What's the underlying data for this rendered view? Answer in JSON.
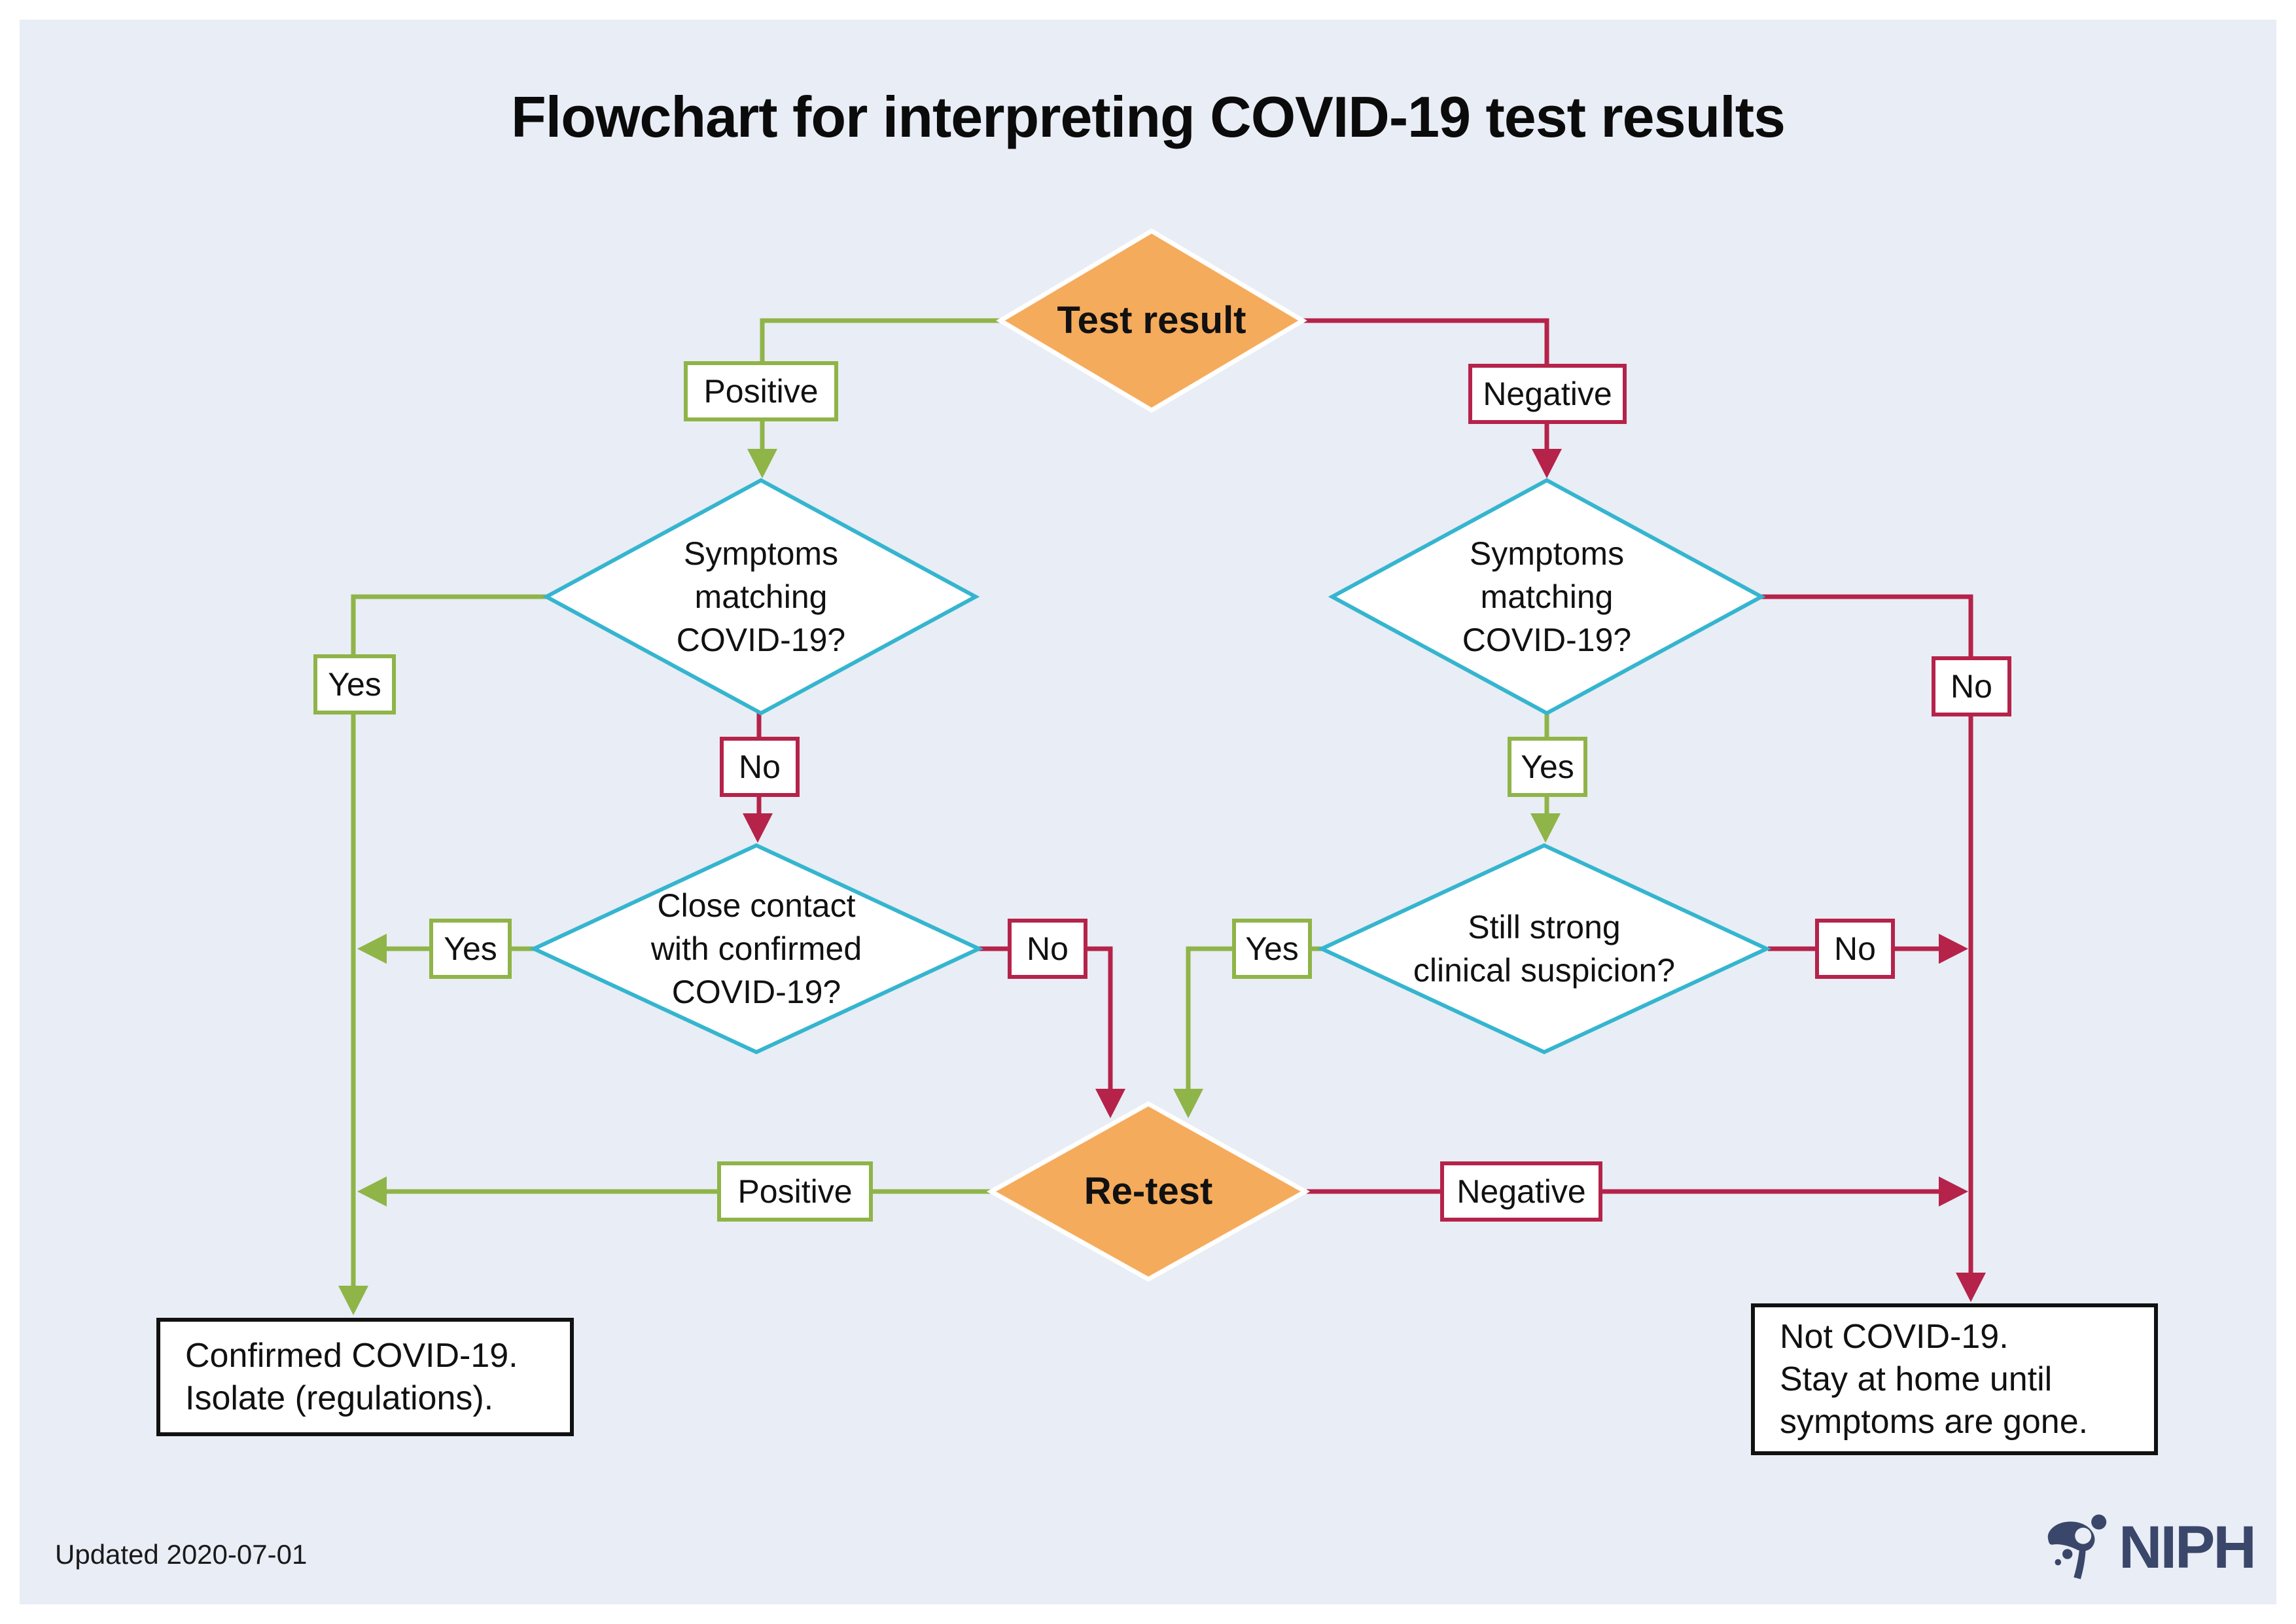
{
  "title": "Flowchart for interpreting COVID-19 test results",
  "colors": {
    "background_panel": "#e9edf5",
    "frame": "#ffffff",
    "decision_orange": "#f5ab5c",
    "positive_green": "#8fb448",
    "negative_red": "#b5234a",
    "question_cyan": "#35b5cf",
    "logo_navy": "#3a476a",
    "outcome_border": "#111111"
  },
  "nodes": {
    "test_result": {
      "label": "Test result"
    },
    "symptoms_positive_branch": {
      "label": "Symptoms\nmatching\nCOVID-19?"
    },
    "symptoms_negative_branch": {
      "label": "Symptoms\nmatching\nCOVID-19?"
    },
    "close_contact": {
      "label": "Close contact\nwith confirmed\nCOVID-19?"
    },
    "clinical_suspicion": {
      "label": "Still strong\nclinical suspicion?"
    },
    "retest": {
      "label": "Re-test"
    },
    "outcome_confirmed": {
      "label": "Confirmed COVID-19.\nIsolate (regulations)."
    },
    "outcome_not_covid": {
      "label": "Not COVID-19.\nStay at home until\nsymptoms are gone."
    }
  },
  "edge_labels": {
    "test_positive": "Positive",
    "test_negative": "Negative",
    "symptoms_positive_yes": "Yes",
    "symptoms_positive_no": "No",
    "symptoms_negative_yes": "Yes",
    "symptoms_negative_no": "No",
    "close_contact_yes": "Yes",
    "close_contact_no": "No",
    "clinical_suspicion_yes": "Yes",
    "clinical_suspicion_no": "No",
    "retest_positive": "Positive",
    "retest_negative": "Negative"
  },
  "footer": {
    "updated": "Updated 2020-07-01",
    "logo_text": "NIPH"
  }
}
